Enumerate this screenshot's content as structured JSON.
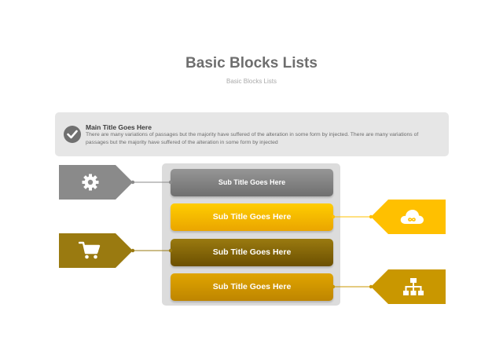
{
  "page": {
    "title": "Basic Blocks Lists",
    "subtitle": "Basic Blocks Lists"
  },
  "header_box": {
    "icon": "check-circle-icon",
    "title": "Main Title Goes Here",
    "text": "There are many variations of passages but the majority have  suffered of the alteration in some form by injected. There are many variations of passages but the majority have  suffered of the alteration in some form by injected"
  },
  "items": [
    {
      "label": "Sub Title Goes Here",
      "icon": "gear-icon",
      "color": "#8a8a8a"
    },
    {
      "label": "Sub Title Goes Here",
      "icon": "cloud-infinity-icon",
      "color": "#ffc000"
    },
    {
      "label": "Sub Title Goes Here",
      "icon": "shopping-cart-icon",
      "color": "#9a7a10"
    },
    {
      "label": "Sub Title Goes Here",
      "icon": "hierarchy-icon",
      "color": "#c99700"
    }
  ]
}
